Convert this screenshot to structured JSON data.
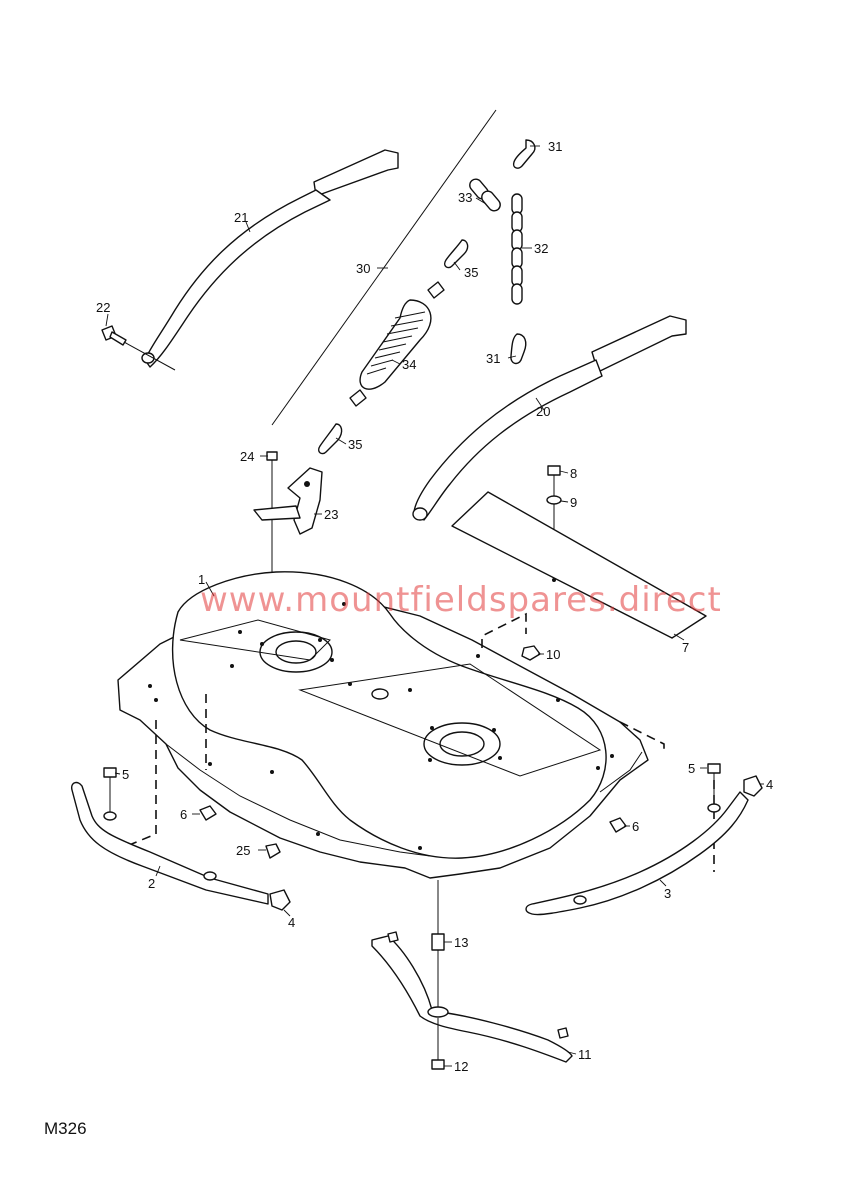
{
  "diagram_code": "M326",
  "watermark": "www.mountfieldspares.direct",
  "callouts": [
    {
      "id": "c1",
      "text": "1"
    },
    {
      "id": "c2",
      "text": "2"
    },
    {
      "id": "c3",
      "text": "3"
    },
    {
      "id": "c4a",
      "text": "4"
    },
    {
      "id": "c4b",
      "text": "4"
    },
    {
      "id": "c5a",
      "text": "5"
    },
    {
      "id": "c5b",
      "text": "5"
    },
    {
      "id": "c6a",
      "text": "6"
    },
    {
      "id": "c6b",
      "text": "6"
    },
    {
      "id": "c7",
      "text": "7"
    },
    {
      "id": "c8",
      "text": "8"
    },
    {
      "id": "c9",
      "text": "9"
    },
    {
      "id": "c10",
      "text": "10"
    },
    {
      "id": "c11",
      "text": "11"
    },
    {
      "id": "c12",
      "text": "12"
    },
    {
      "id": "c13",
      "text": "13"
    },
    {
      "id": "c20",
      "text": "20"
    },
    {
      "id": "c21",
      "text": "21"
    },
    {
      "id": "c22",
      "text": "22"
    },
    {
      "id": "c23",
      "text": "23"
    },
    {
      "id": "c24",
      "text": "24"
    },
    {
      "id": "c25",
      "text": "25"
    },
    {
      "id": "c30",
      "text": "30"
    },
    {
      "id": "c31a",
      "text": "31"
    },
    {
      "id": "c31b",
      "text": "31"
    },
    {
      "id": "c32",
      "text": "32"
    },
    {
      "id": "c33",
      "text": "33"
    },
    {
      "id": "c34",
      "text": "34"
    },
    {
      "id": "c35a",
      "text": "35"
    },
    {
      "id": "c35b",
      "text": "35"
    }
  ]
}
